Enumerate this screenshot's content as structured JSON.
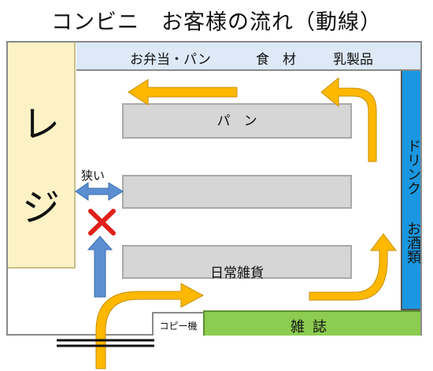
{
  "title": "コンビニ　お客様の流れ（動線）",
  "register": {
    "char_top": "レ",
    "char_bottom": "ジ"
  },
  "top_band": {
    "bento_bread": "お弁当・パン",
    "food": "食　材",
    "dairy": "乳製品"
  },
  "drink": {
    "line1": "ドリンク",
    "line2": "お酒類"
  },
  "shelves": {
    "bread": "パ　ン",
    "daily_goods": "日常雑貨"
  },
  "narrow_label": "狭い",
  "copy_machine": "コピー機",
  "magazine": "雑誌",
  "colors": {
    "flow_arrow": "#ffb800",
    "blue_arrow": "#5b8fd1",
    "cross": "#e0201b",
    "drink": "#1a97e0",
    "magazine": "#8ccc50",
    "register": "#fdf2c6",
    "top_band": "#dde9f7",
    "shelf": "#d6d6d6"
  }
}
